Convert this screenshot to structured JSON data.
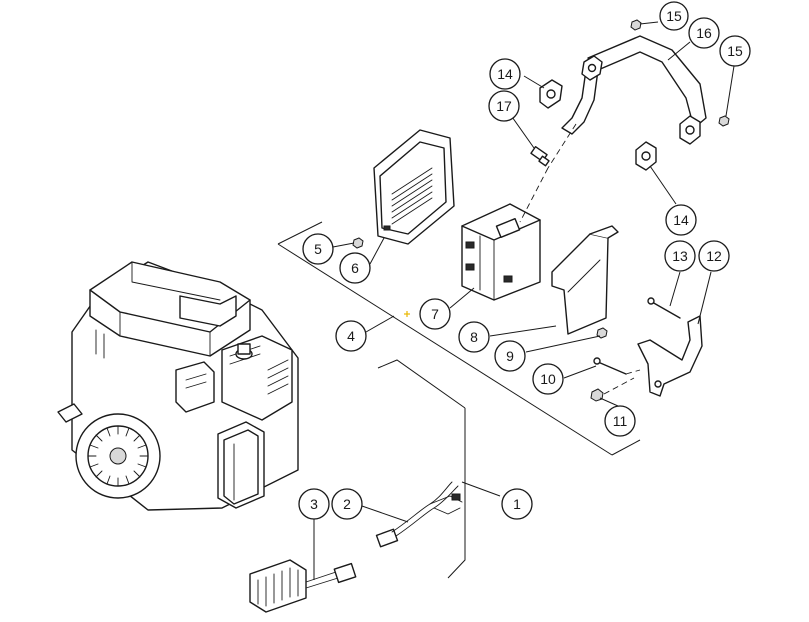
{
  "diagram": {
    "callouts": [
      {
        "id": "c1",
        "label": "1"
      },
      {
        "id": "c2",
        "label": "2"
      },
      {
        "id": "c3",
        "label": "3"
      },
      {
        "id": "c4",
        "label": "4"
      },
      {
        "id": "c5",
        "label": "5"
      },
      {
        "id": "c6",
        "label": "6"
      },
      {
        "id": "c7",
        "label": "7"
      },
      {
        "id": "c8",
        "label": "8"
      },
      {
        "id": "c9",
        "label": "9"
      },
      {
        "id": "c10",
        "label": "10"
      },
      {
        "id": "c11",
        "label": "11"
      },
      {
        "id": "c12",
        "label": "12"
      },
      {
        "id": "c13",
        "label": "13"
      },
      {
        "id": "c14a",
        "label": "14"
      },
      {
        "id": "c14b",
        "label": "14"
      },
      {
        "id": "c15a",
        "label": "15"
      },
      {
        "id": "c15b",
        "label": "15"
      },
      {
        "id": "c16",
        "label": "16"
      },
      {
        "id": "c17",
        "label": "17"
      }
    ],
    "colors": {
      "line": "#1a1a1a",
      "background": "#ffffff",
      "marker": "#e8b800"
    },
    "parts": [
      {
        "name": "engine-icon"
      },
      {
        "name": "wire-harness-icon"
      },
      {
        "name": "voltage-regulator-icon"
      },
      {
        "name": "muffler-heat-shield-icon"
      },
      {
        "name": "muffler-icon"
      },
      {
        "name": "exhaust-pipe-icon"
      },
      {
        "name": "exhaust-gasket-icon"
      },
      {
        "name": "oxygen-sensor-icon"
      },
      {
        "name": "muffler-bracket-icon"
      },
      {
        "name": "mounting-bracket-icon"
      },
      {
        "name": "bolt-icon"
      },
      {
        "name": "nut-icon"
      }
    ]
  }
}
